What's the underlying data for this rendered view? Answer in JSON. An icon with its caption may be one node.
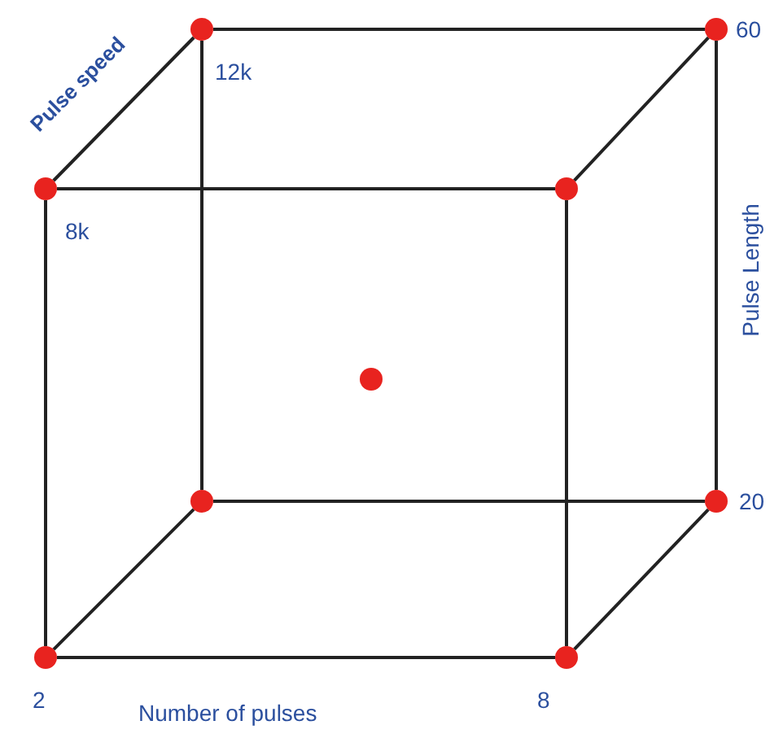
{
  "diagram": {
    "nodes": [
      {
        "text": [],
        "shape": "circle"
      },
      {
        "text": [],
        "shape": "circle"
      },
      {
        "text": [],
        "shape": "circle"
      },
      {
        "text": [],
        "shape": "circle"
      },
      {
        "text": [],
        "shape": "circle"
      },
      {
        "text": [],
        "shape": "circle"
      },
      {
        "text": [],
        "shape": "circle"
      },
      {
        "text": [],
        "shape": "circle"
      },
      {
        "text": [],
        "shape": "circle"
      }
    ],
    "edges": [
      {
        "from": 0,
        "to": 1,
        "arrow": "none"
      },
      {
        "from": 0,
        "to": 2,
        "arrow": "none"
      },
      {
        "from": 1,
        "to": 3,
        "arrow": "none"
      },
      {
        "from": 2,
        "to": 3,
        "arrow": "none"
      },
      {
        "from": 0,
        "to": 5,
        "arrow": "none"
      },
      {
        "from": 1,
        "to": 6,
        "arrow": "none"
      },
      {
        "from": 2,
        "to": 7,
        "arrow": "none"
      },
      {
        "from": 3,
        "to": 8,
        "arrow": "none"
      },
      {
        "from": 5,
        "to": 6,
        "arrow": "none"
      },
      {
        "from": 5,
        "to": 7,
        "arrow": "none"
      },
      {
        "from": 6,
        "to": 8,
        "arrow": "none"
      },
      {
        "from": 7,
        "to": 8,
        "arrow": "none"
      }
    ],
    "labels": [
      "Pulse speed",
      "12k",
      "60",
      "8k",
      "Pulse Length",
      "20",
      "2",
      "8",
      "Number of pulses"
    ]
  }
}
